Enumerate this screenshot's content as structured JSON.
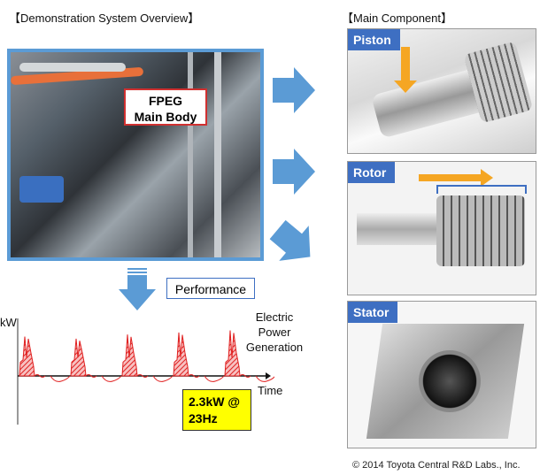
{
  "overview_title": "【Demonstration System Overview】",
  "components_title": "【Main Component】",
  "callout": {
    "line1": "FPEG",
    "line2": "Main Body"
  },
  "performance_label": "Performance",
  "components": [
    {
      "label": "Piston"
    },
    {
      "label": "Rotor"
    },
    {
      "label": "Stator"
    }
  ],
  "copyright": "© 2014 Toyota Central R&D Labs., Inc.",
  "colors": {
    "accent": "#3e6fc2",
    "arrow": "#5b9bd5",
    "wave": "#e02020",
    "highlight": "#ffff00"
  },
  "chart_data": {
    "type": "area",
    "ylabel": "kW",
    "xlabel": "Time",
    "annotation": "Electric Power Generation",
    "annotation_lines": [
      "Electric",
      "Power",
      "Generation"
    ],
    "result_lines": [
      "2.3kW @",
      "23Hz"
    ],
    "cycles": 5,
    "peaks_relative": [
      0.95,
      0.9,
      1.0,
      1.05,
      1.1
    ]
  }
}
